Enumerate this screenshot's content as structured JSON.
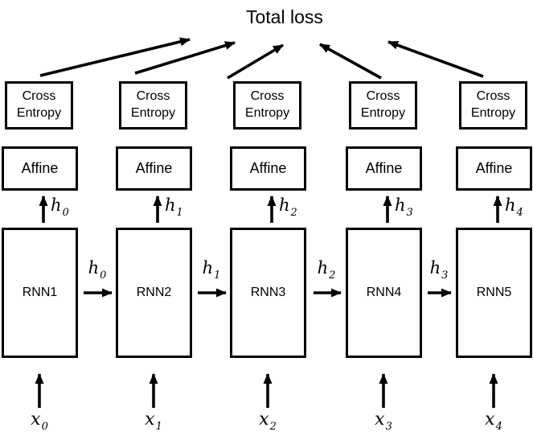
{
  "title": "Total loss",
  "colors": {
    "ink": "#000000",
    "background": "#ffffff",
    "box_border": "#000000"
  },
  "diagram": {
    "columns": [
      {
        "cross_entropy": "Cross Entropy",
        "affine": "Affine",
        "rnn": "RNN1",
        "output_hidden": {
          "base": "h",
          "sub": "0"
        },
        "input": {
          "base": "x",
          "sub": "0"
        }
      },
      {
        "cross_entropy": "Cross Entropy",
        "affine": "Affine",
        "rnn": "RNN2",
        "output_hidden": {
          "base": "h",
          "sub": "1"
        },
        "input": {
          "base": "x",
          "sub": "1"
        }
      },
      {
        "cross_entropy": "Cross Entropy",
        "affine": "Affine",
        "rnn": "RNN3",
        "output_hidden": {
          "base": "h",
          "sub": "2"
        },
        "input": {
          "base": "x",
          "sub": "2"
        }
      },
      {
        "cross_entropy": "Cross Entropy",
        "affine": "Affine",
        "rnn": "RNN4",
        "output_hidden": {
          "base": "h",
          "sub": "3"
        },
        "input": {
          "base": "x",
          "sub": "3"
        }
      },
      {
        "cross_entropy": "Cross Entropy",
        "affine": "Affine",
        "rnn": "RNN5",
        "output_hidden": {
          "base": "h",
          "sub": "4"
        },
        "input": {
          "base": "x",
          "sub": "4"
        }
      }
    ],
    "recurrent_links": [
      {
        "base": "h",
        "sub": "0"
      },
      {
        "base": "h",
        "sub": "1"
      },
      {
        "base": "h",
        "sub": "2"
      },
      {
        "base": "h",
        "sub": "3"
      }
    ]
  }
}
